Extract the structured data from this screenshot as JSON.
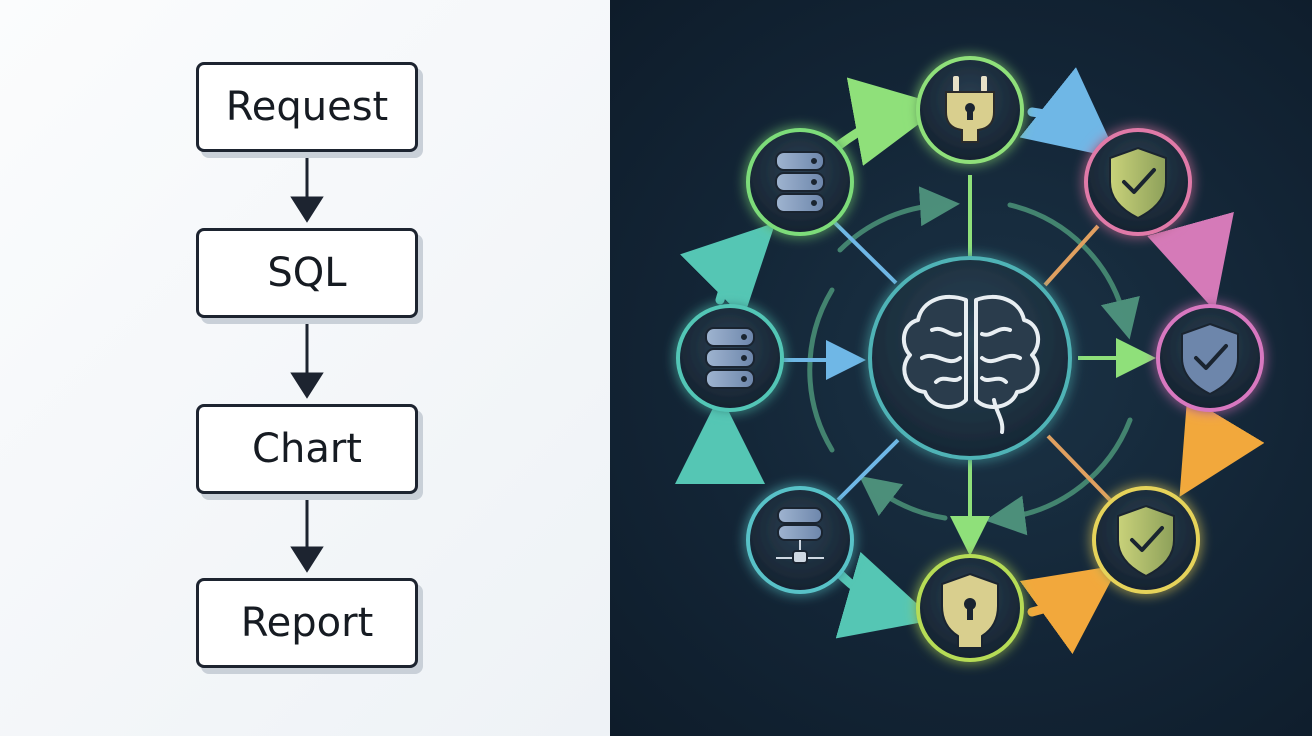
{
  "flow": {
    "steps": [
      "Request",
      "SQL",
      "Chart",
      "Report"
    ]
  },
  "network": {
    "center": {
      "icon": "brain-icon",
      "color": "#4fb3b6"
    },
    "nodes": [
      {
        "id": "db-1",
        "icon": "database-icon",
        "color": "#7ddc7a"
      },
      {
        "id": "db-2",
        "icon": "database-icon",
        "color": "#52c6b6"
      },
      {
        "id": "db-3",
        "icon": "database-network-icon",
        "color": "#59c2c8"
      },
      {
        "id": "plug",
        "icon": "plug-icon",
        "color": "#8fe07a"
      },
      {
        "id": "shield-1",
        "icon": "shield-check-icon",
        "color": "#e07aa8"
      },
      {
        "id": "shield-2",
        "icon": "shield-check-icon",
        "color": "#d878c0"
      },
      {
        "id": "shield-3",
        "icon": "shield-check-icon",
        "color": "#e6d35a"
      },
      {
        "id": "lock-shield",
        "icon": "shield-keyhole-icon",
        "color": "#b6dc56"
      }
    ],
    "accent_colors": {
      "arrow_blue": "#6fb7e6",
      "arrow_pink": "#d57ab8",
      "arrow_orange": "#f2a83c",
      "arrow_teal": "#55c6b4"
    }
  }
}
